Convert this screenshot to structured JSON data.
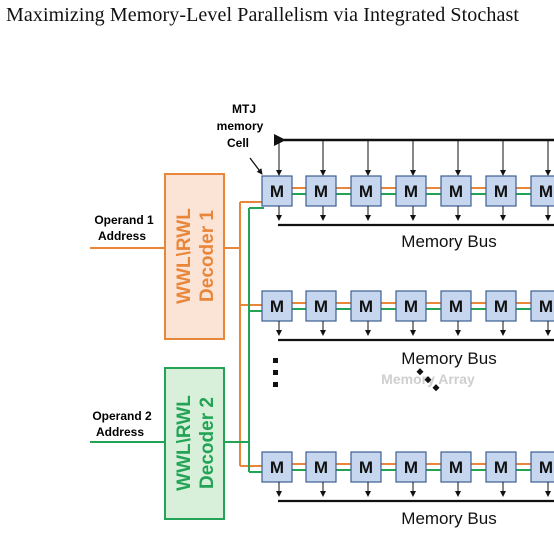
{
  "page": {
    "title": "Maximizing Memory-Level Parallelism via Integrated Stochast"
  },
  "diagram": {
    "mtj_label": [
      "MTJ",
      "memory",
      "Cell"
    ],
    "operand1_label": [
      "Operand 1",
      "Address"
    ],
    "operand2_label": [
      "Operand 2",
      "Address"
    ],
    "decoder1": {
      "line1": "WWL\\RWL",
      "line2": "Decoder 1"
    },
    "decoder2": {
      "line1": "WWL\\RWL",
      "line2": "Decoder 2"
    },
    "cell_label": "M",
    "bus_label": "Memory Bus",
    "array_label": "Memory Array",
    "colors": {
      "orange": "#e8863a",
      "green": "#22a356",
      "cell_fill": "#c5d6ee",
      "cell_stroke": "#3c5f91",
      "decoder1_fill": "#fbe3d5",
      "decoder2_fill": "#d8f0d9"
    }
  }
}
